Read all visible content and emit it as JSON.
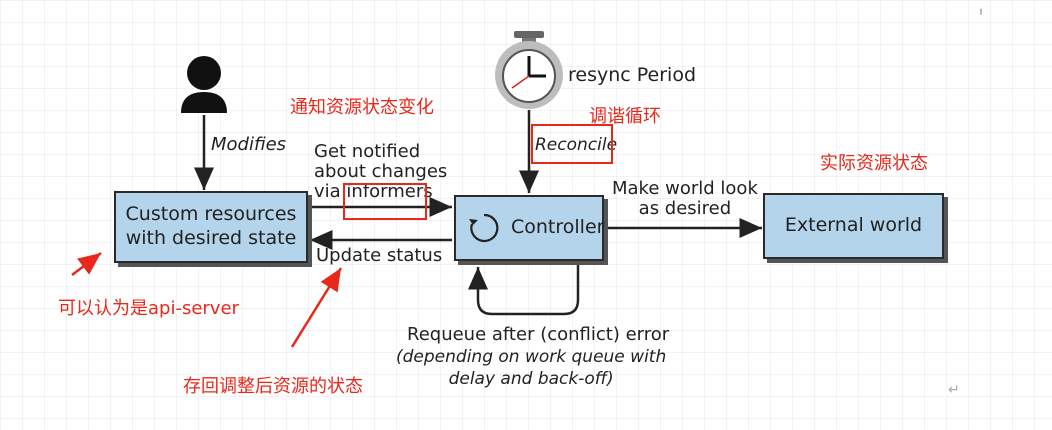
{
  "nodes": {
    "custom_resources": "Custom resources\nwith desired state",
    "controller": "Controller",
    "external_world": "External world"
  },
  "labels": {
    "modifies": "Modifies",
    "resync": "resync Period",
    "reconcile": "Reconcile",
    "get_notified": "Get notified\nabout changes\nvia informers",
    "update_status": "Update status",
    "make_world": "Make world look\nas desired",
    "requeue_line1": "Requeue after (conflict) error",
    "requeue_line2": "(depending on work queue with\ndelay and back-off)"
  },
  "annotations": {
    "notify": "通知资源状态变化",
    "reconcile_loop": "调谐循环",
    "actual_state": "实际资源状态",
    "api_server": "可以认为是api-server",
    "save_back": "存回调整后资源的状态"
  },
  "colors": {
    "box_fill": "#b3d4ea",
    "annotation_red": "#e8281b"
  },
  "icons": [
    "person-icon",
    "clock-icon",
    "loop-icon"
  ]
}
